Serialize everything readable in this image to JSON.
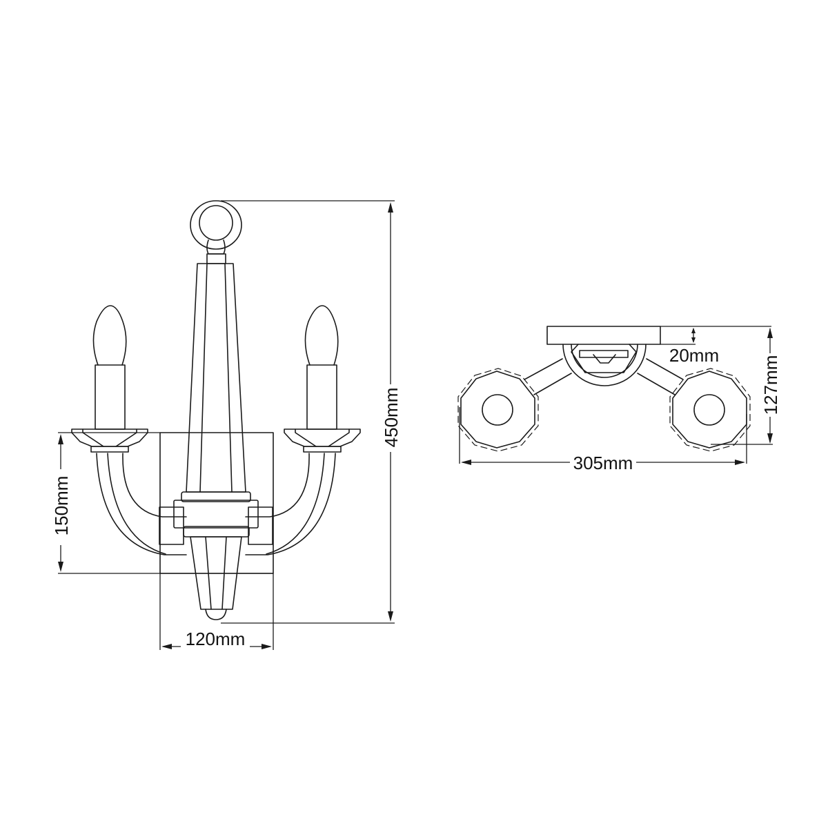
{
  "diagram": {
    "subject": "Two-arm candle wall light",
    "colors": {
      "line": "#1a1a1a",
      "background": "#ffffff"
    },
    "front_view": {
      "dimensions": {
        "height": "450mm",
        "backplate_height": "150mm",
        "backplate_width": "120mm"
      }
    },
    "top_view": {
      "dimensions": {
        "backplate_depth": "20mm",
        "projection": "127mm",
        "width": "305mm"
      }
    }
  }
}
